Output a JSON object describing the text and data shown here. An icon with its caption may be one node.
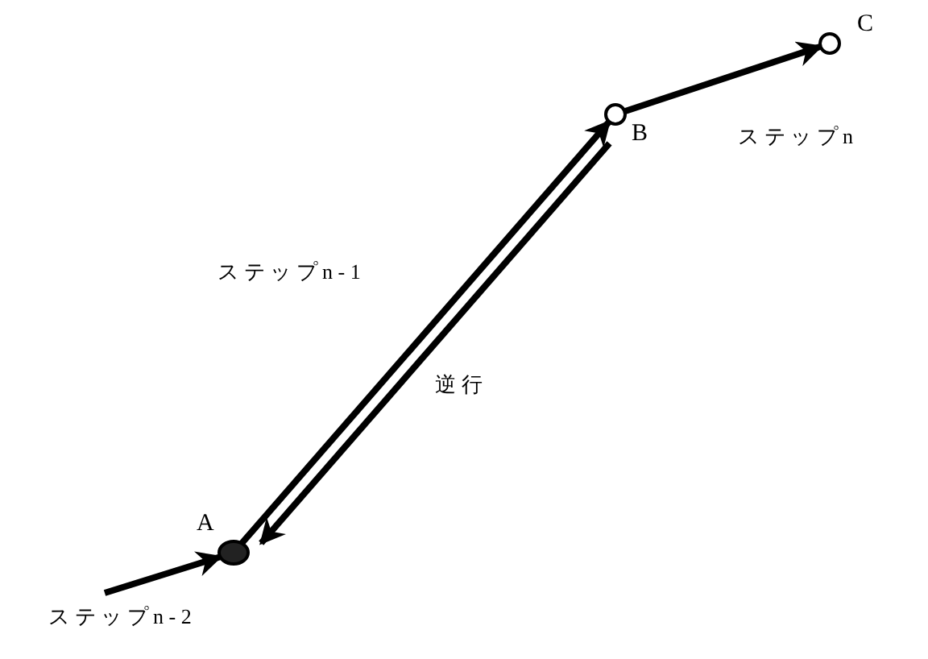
{
  "diagram": {
    "nodes": [
      {
        "text": [],
        "shape": "circle",
        "beside": [
          "A"
        ]
      },
      {
        "text": [],
        "shape": "circle",
        "beside": [
          "B"
        ]
      },
      {
        "text": [],
        "shape": "circle",
        "beside": [
          "C"
        ]
      }
    ],
    "edges": [
      {
        "from": null,
        "to": 0,
        "arrow": "to",
        "label": "ステップn-2"
      },
      {
        "from": 0,
        "to": 1,
        "arrow": "to",
        "label": "ステップn-1"
      },
      {
        "from": 1,
        "to": 0,
        "arrow": "to",
        "label": "逆行"
      },
      {
        "from": 1,
        "to": 2,
        "arrow": "to",
        "label": "ステップn"
      }
    ]
  }
}
